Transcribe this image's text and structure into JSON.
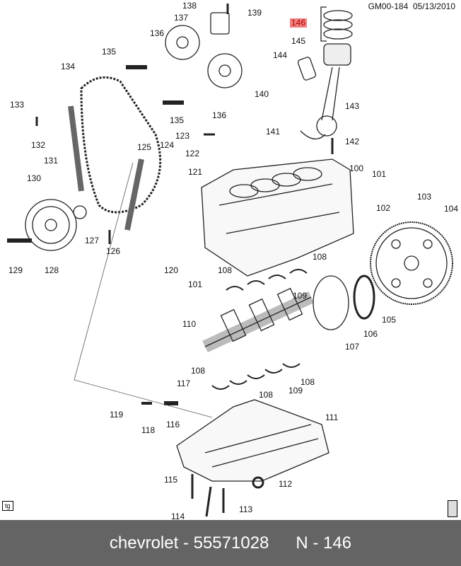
{
  "header": {
    "code": "GM00-184",
    "date": "05/13/2010"
  },
  "badge_tg": "tg",
  "highlighted_part": "146",
  "callouts": [
    "139",
    "138",
    "137",
    "146",
    "136",
    "145",
    "135",
    "144",
    "134",
    "140",
    "133",
    "143",
    "136",
    "135",
    "141",
    "123",
    "132",
    "142",
    "125",
    "124",
    "122",
    "131",
    "100",
    "121",
    "101",
    "130",
    "103",
    "104",
    "102",
    "127",
    "126",
    "120",
    "108",
    "108",
    "129",
    "128",
    "101",
    "109",
    "105",
    "110",
    "106",
    "107",
    "108",
    "108",
    "117",
    "108",
    "109",
    "119",
    "111",
    "118",
    "116",
    "115",
    "112",
    "114",
    "113"
  ],
  "footer": {
    "brand_part": "chevrolet - 55571028",
    "number": "N - 146"
  },
  "colors": {
    "highlight": "#f08080",
    "footer_bg": "#646464"
  }
}
